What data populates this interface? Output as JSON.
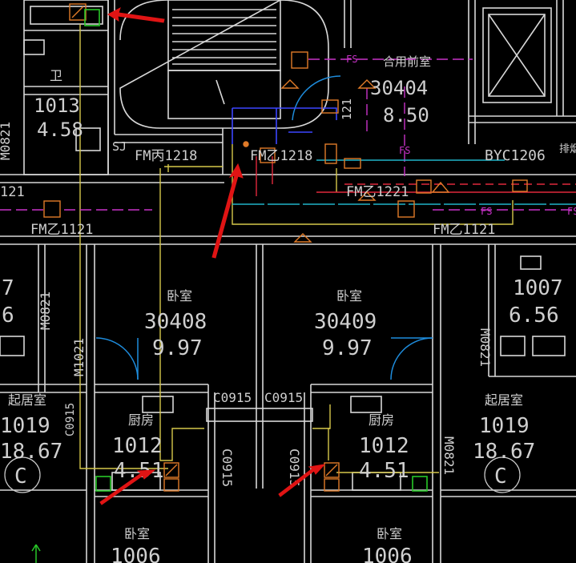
{
  "colors": {
    "background": "#000000",
    "wall": "#d8d8d8",
    "room_text": "#cfcfcf",
    "pipe_yellow": "#d6c84a",
    "pipe_magenta": "#c832c8",
    "pipe_red": "#e0283c",
    "pipe_cyan": "#20b4c8",
    "pipe_blue": "#3c46ff",
    "device_orange": "#e07a28",
    "door_blue": "#1e8cdc",
    "device_green": "#28c828",
    "arrow_red": "#e01414"
  },
  "rooms": {
    "elevator_lobby": {
      "name": "合用前室",
      "number": "30404",
      "area": "8.50"
    },
    "bedroom_left": {
      "name": "卧室",
      "number": "30408",
      "area": "9.97"
    },
    "bedroom_right": {
      "name": "卧室",
      "number": "30409",
      "area": "9.97"
    },
    "living_left": {
      "name": "起居室",
      "number": "1019",
      "area": "18.67"
    },
    "living_right": {
      "name": "起居室",
      "number": "1019",
      "area": "18.67"
    },
    "kitchen_left": {
      "name": "厨房",
      "number": "1012",
      "area": "4.51"
    },
    "kitchen_right": {
      "name": "厨房",
      "number": "1012",
      "area": "4.51"
    },
    "bedroom_bottom_left": {
      "name": "卧室",
      "number": "1006"
    },
    "bedroom_bottom_right": {
      "name": "卧室",
      "number": "1006"
    },
    "top_left_room": {
      "name": "卫",
      "number": "1013",
      "area": "4.58"
    },
    "right_room": {
      "number": "1007",
      "area": "6.56"
    },
    "left_edge_room": {
      "number": "7",
      "area": "6"
    }
  },
  "labels": {
    "fm_1218_a": "FM丙1218",
    "fm_1218_b": "FM乙1218",
    "fm_1221": "FM乙1221",
    "fm_1121_left": "FM乙1121",
    "fm_1121_right": "FM乙1121",
    "byc": "BYC1206",
    "byc_suffix": "排烟",
    "m0821_top": "M0821",
    "m0821_right": "M0821",
    "m0821_mid": "M0821",
    "m1021": "M1021",
    "c0915_a": "C0915",
    "c0915_b": "C0915",
    "c0915_vert_left": "C0915",
    "c0915_vert_right": "C0915",
    "c0915_left_edge": "C0915",
    "fs1": "FS",
    "fs2": "FS",
    "fs3": "FS",
    "fs4": "FS",
    "sj": "SJ",
    "num_121": "121",
    "num_121_b": "121",
    "axis_left": "C",
    "axis_right": "C"
  }
}
